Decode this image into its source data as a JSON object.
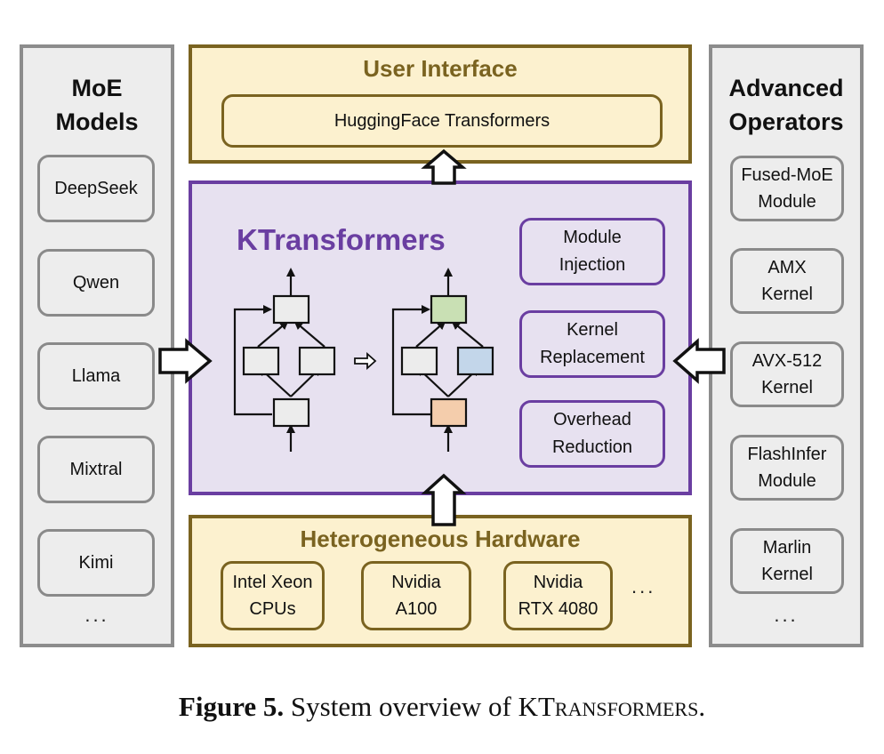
{
  "left_column": {
    "title_line1": "MoE",
    "title_line2": "Models",
    "items": [
      "DeepSeek",
      "Qwen",
      "Llama",
      "Mixtral",
      "Kimi"
    ],
    "more": "..."
  },
  "right_column": {
    "title_line1": "Advanced",
    "title_line2": "Operators",
    "items": [
      {
        "line1": "Fused-MoE",
        "line2": "Module"
      },
      {
        "line1": "AMX",
        "line2": "Kernel"
      },
      {
        "line1": "AVX-512",
        "line2": "Kernel"
      },
      {
        "line1": "FlashInfer",
        "line2": "Module"
      },
      {
        "line1": "Marlin",
        "line2": "Kernel"
      }
    ],
    "more": "..."
  },
  "user_interface": {
    "title": "User Interface",
    "item": "HuggingFace Transformers"
  },
  "core": {
    "title": "KTransformers",
    "features": [
      {
        "line1": "Module",
        "line2": "Injection"
      },
      {
        "line1": "Kernel",
        "line2": "Replacement"
      },
      {
        "line1": "Overhead",
        "line2": "Reduction"
      }
    ],
    "graph_colors": {
      "default": "#ececec",
      "top_replaced": "#c9e0b4",
      "right_replaced": "#c3d6ea",
      "bottom_replaced": "#f4cdac"
    }
  },
  "hardware": {
    "title": "Heterogeneous Hardware",
    "items": [
      {
        "line1": "Intel Xeon",
        "line2": "CPUs"
      },
      {
        "line1": "Nvidia",
        "line2": "A100"
      },
      {
        "line1": "Nvidia",
        "line2": "RTX 4080"
      }
    ],
    "more": "..."
  },
  "caption": {
    "label": "Figure 5.",
    "text_prefix": "System overview of K",
    "text_smallcaps": "Transformers",
    "text_suffix": "."
  }
}
